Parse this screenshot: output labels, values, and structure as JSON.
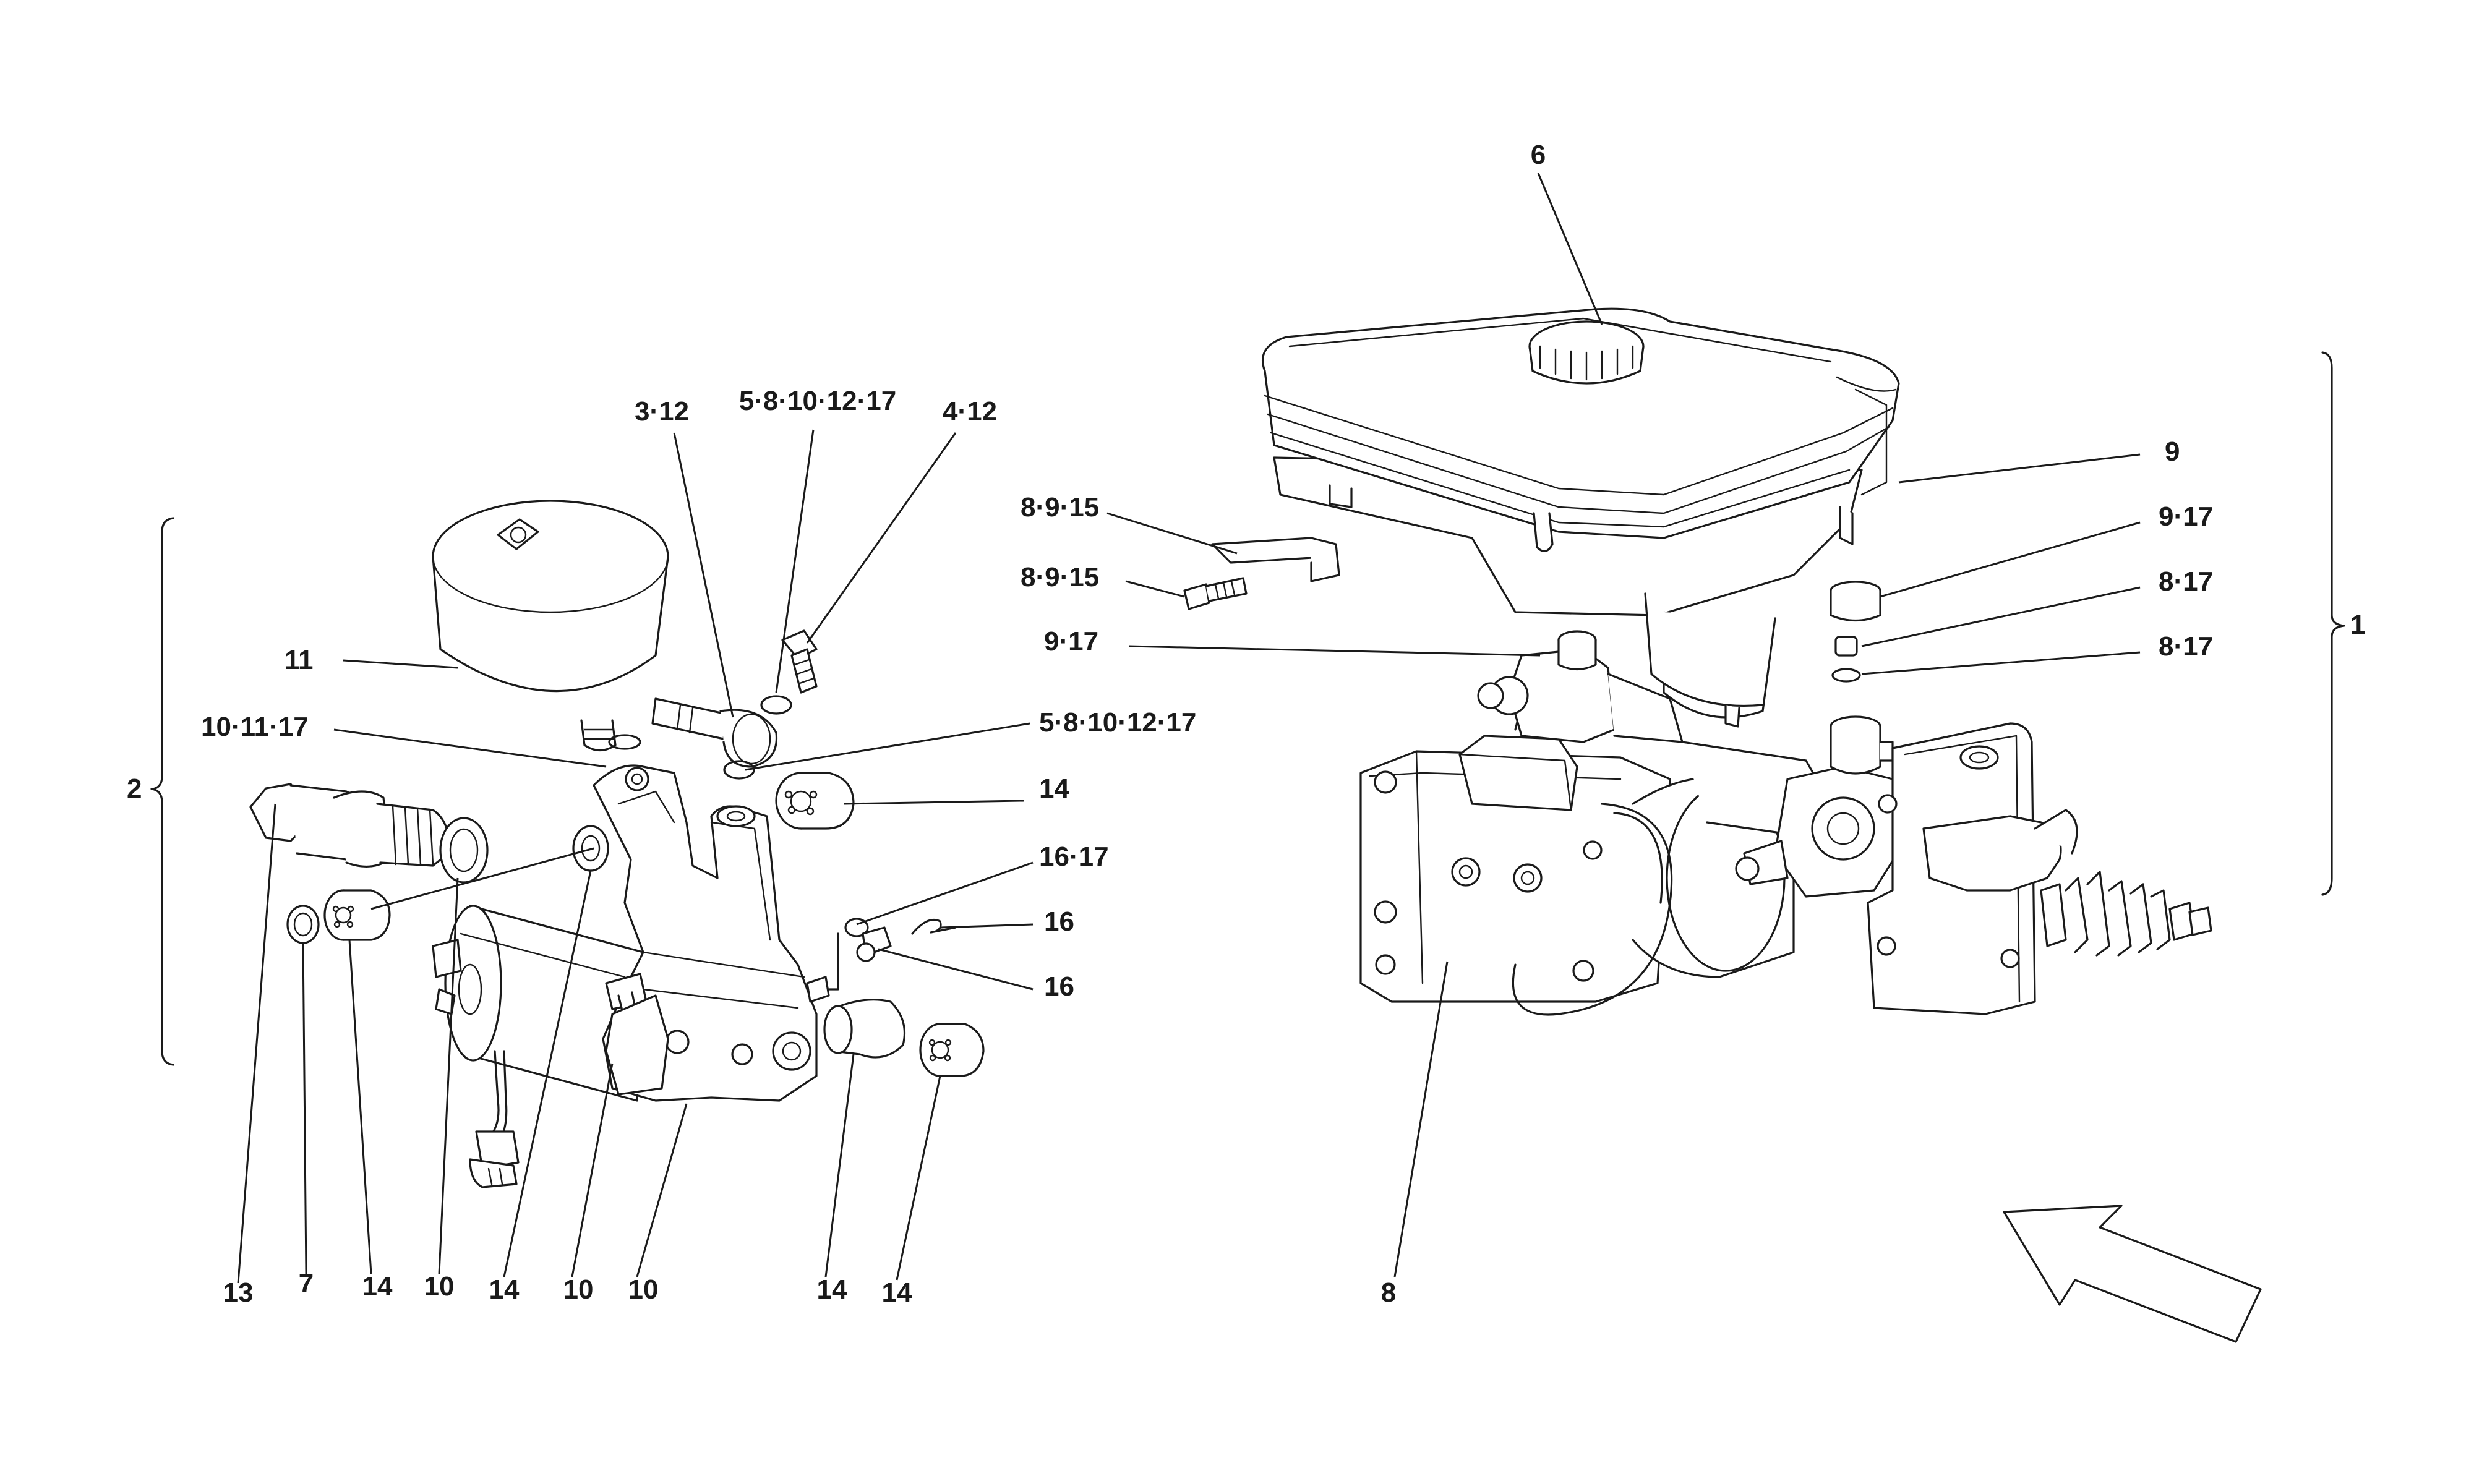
{
  "labels": {
    "l6": "6",
    "l9": "9",
    "l9_17_a": "9·17",
    "l8_17_a": "8·17",
    "l8_17_b": "8·17",
    "l1": "1",
    "l8_9_15_a": "8·9·15",
    "l8_9_15_b": "8·9·15",
    "l9_17_b": "9·17",
    "l8": "8",
    "l3_12": "3·12",
    "l5_8_10_12_17_a": "5·8·10·12·17",
    "l4_12": "4·12",
    "l11": "11",
    "l10_11_17": "10·11·17",
    "l5_8_10_12_17_b": "5·8·10·12·17",
    "l14_a": "14",
    "l16_17": "16·17",
    "l16_a": "16",
    "l16_b": "16",
    "l2": "2",
    "b13": "13",
    "b7": "7",
    "b14_a": "14",
    "b10_a": "10",
    "b14_b": "14",
    "b10_b": "10",
    "b10_c": "10",
    "b14_c": "14",
    "b14_d": "14"
  },
  "icons": {
    "direction_arrow": "arrow-icon",
    "group_brace": "brace-icon"
  }
}
